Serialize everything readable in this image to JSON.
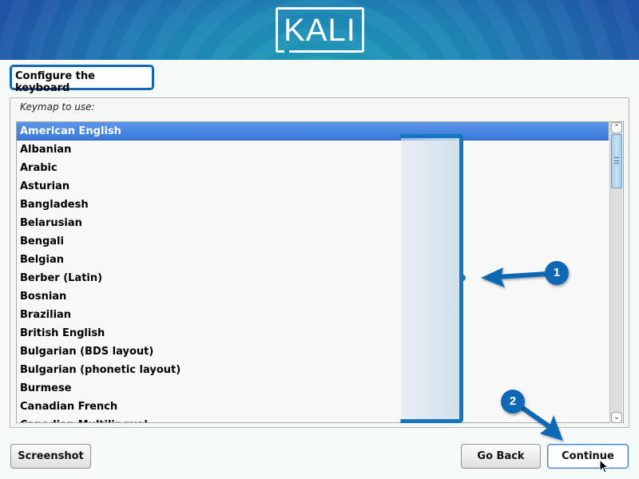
{
  "header": {
    "logo_text": "KALI",
    "colors": {
      "banner_start": "#1e9cb8",
      "banner_end": "#2157a8"
    }
  },
  "step": {
    "title": "Configure the keyboard"
  },
  "keymap": {
    "label": "Keymap to use:",
    "selected": "American English",
    "items": [
      "American English",
      "Albanian",
      "Arabic",
      "Asturian",
      "Bangladesh",
      "Belarusian",
      "Bengali",
      "Belgian",
      "Berber (Latin)",
      "Bosnian",
      "Brazilian",
      "British English",
      "Bulgarian (BDS layout)",
      "Bulgarian (phonetic layout)",
      "Burmese",
      "Canadian French",
      "Canadian Multilingual"
    ],
    "selection_color": "#3f7ddc"
  },
  "scrollbar": {
    "up_icon": "chevron-up-icon",
    "down_icon": "chevron-down-icon",
    "thumb_icon": "grip-icon"
  },
  "annotations": [
    {
      "number": "1",
      "target": "keymap list",
      "color": "#0e68b5"
    },
    {
      "number": "2",
      "target": "Continue button",
      "color": "#0e68b5"
    }
  ],
  "buttons": {
    "screenshot": "Screenshot",
    "go_back": "Go Back",
    "continue": "Continue"
  }
}
